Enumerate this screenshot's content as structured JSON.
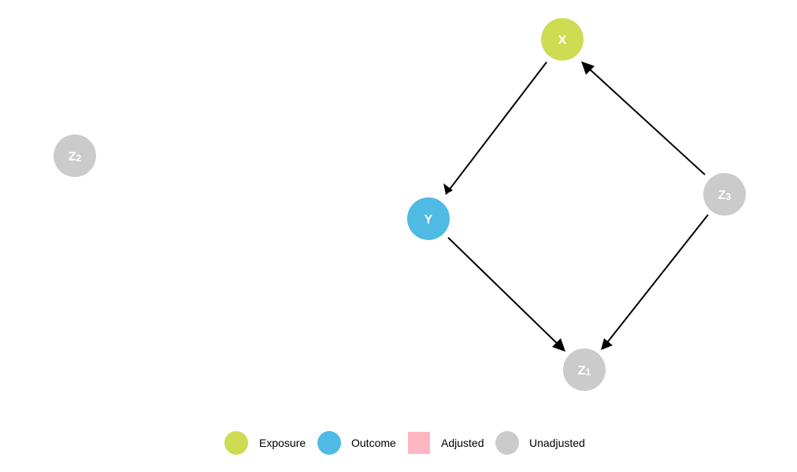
{
  "colors": {
    "exposure": "#cddc52",
    "outcome": "#4fbae3",
    "adjusted": "#ffb6c1",
    "unadjusted": "#cbcbcb",
    "edge": "#000000"
  },
  "nodes": {
    "x": {
      "label": "X",
      "status": "exposure"
    },
    "y": {
      "label": "Y",
      "status": "outcome"
    },
    "z1": {
      "label": "Z",
      "sub": "1",
      "status": "unadjusted"
    },
    "z2": {
      "label": "Z",
      "sub": "2",
      "status": "unadjusted"
    },
    "z3": {
      "label": "Z",
      "sub": "3",
      "status": "unadjusted"
    }
  },
  "edges": [
    {
      "from": "X",
      "to": "Y"
    },
    {
      "from": "Y",
      "to": "Z1"
    },
    {
      "from": "Z3",
      "to": "X"
    },
    {
      "from": "Z3",
      "to": "Z1"
    }
  ],
  "legend": {
    "exposure": "Exposure",
    "outcome": "Outcome",
    "adjusted": "Adjusted",
    "unadjusted": "Unadjusted"
  }
}
